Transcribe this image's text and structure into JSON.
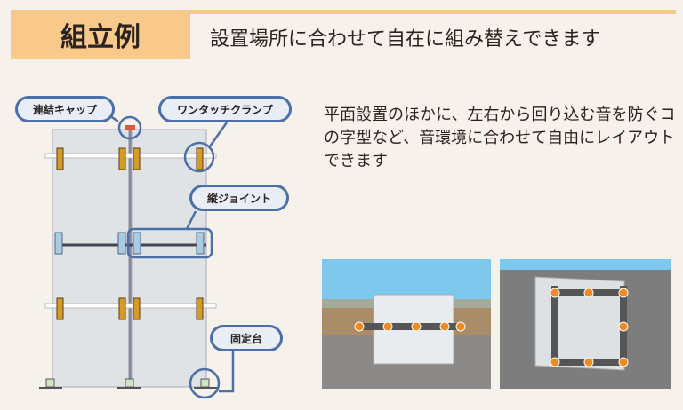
{
  "header": {
    "tag": "組立例",
    "title": "設置場所に合わせて自在に組み替えできます"
  },
  "description": "平面設置のほかに、左右から回り込む音を防ぐコの字型など、音環境に合わせて自由にレイアウトできます",
  "labels": {
    "cap": "連結キャップ",
    "clamp": "ワンタッチクランプ",
    "joint": "縦ジョイント",
    "base": "固定台"
  }
}
